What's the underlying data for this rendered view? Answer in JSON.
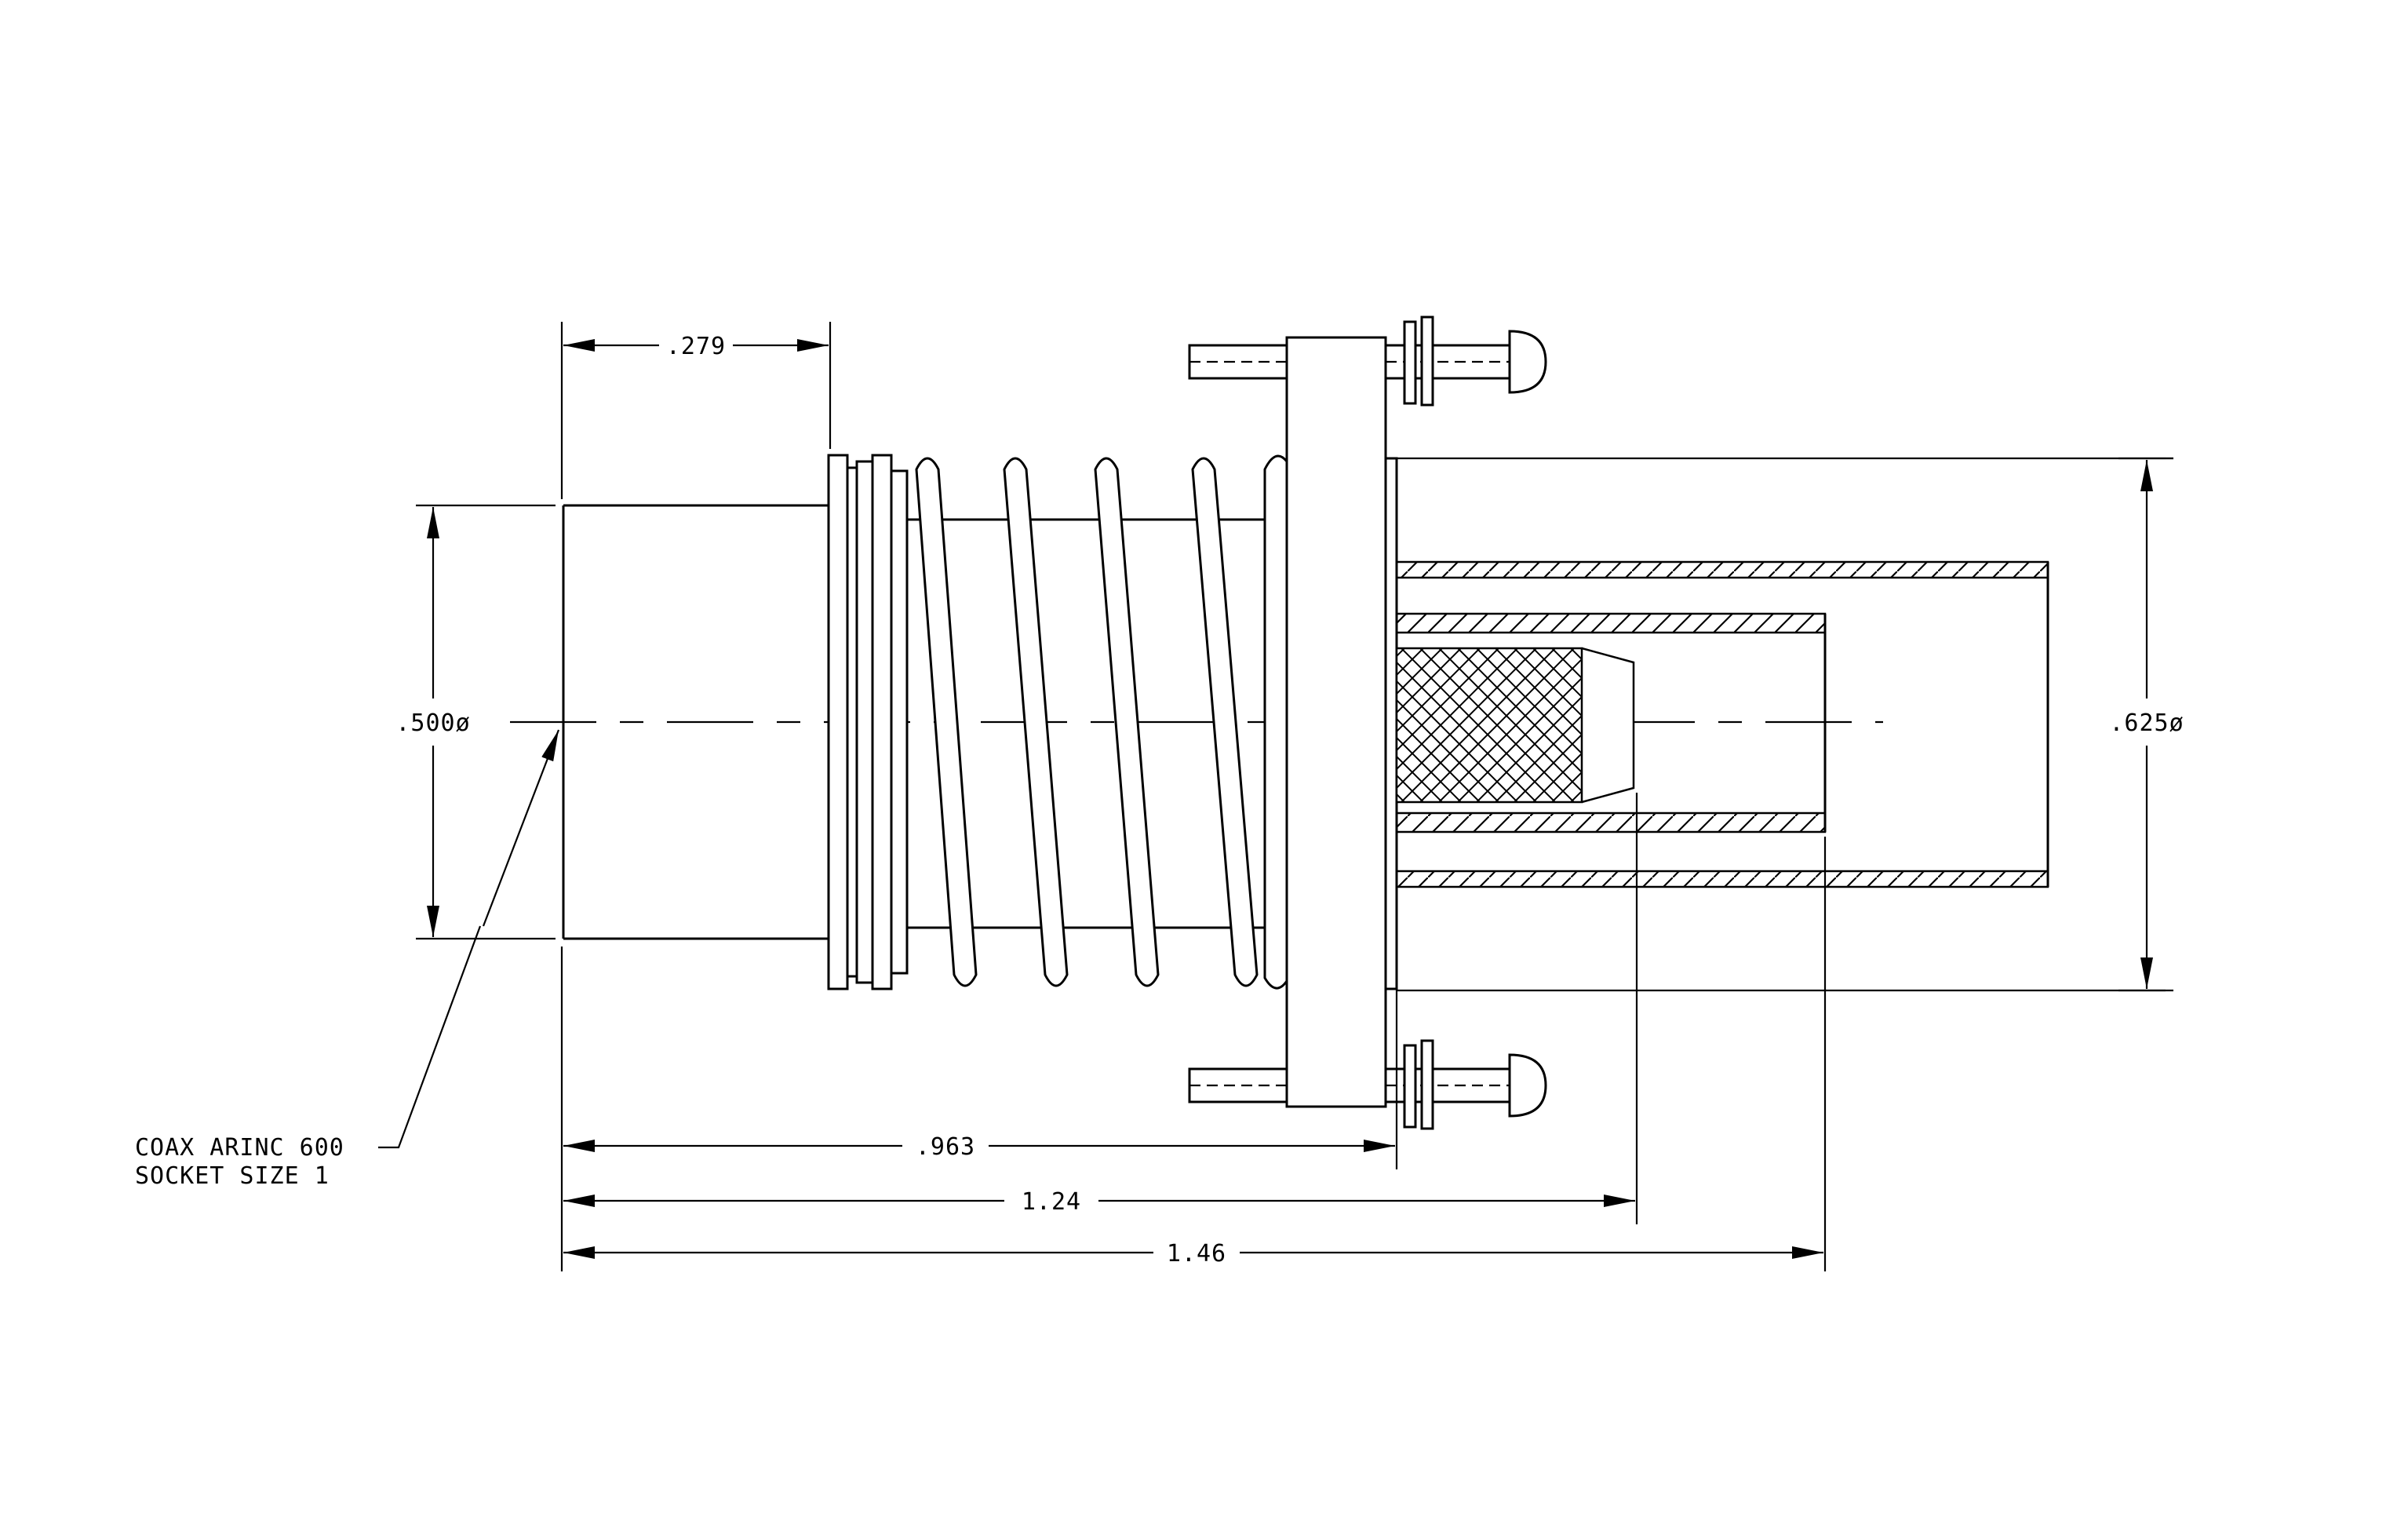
{
  "dimensions": {
    "d279": ".279",
    "d500": ".500ø",
    "d625": ".625ø",
    "d963": ".963",
    "d124": "1.24",
    "d146": "1.46"
  },
  "callout": {
    "line1": "COAX ARINC 600",
    "line2": "SOCKET SIZE 1"
  },
  "colors": {
    "line": "#000000",
    "background": "#ffffff"
  }
}
